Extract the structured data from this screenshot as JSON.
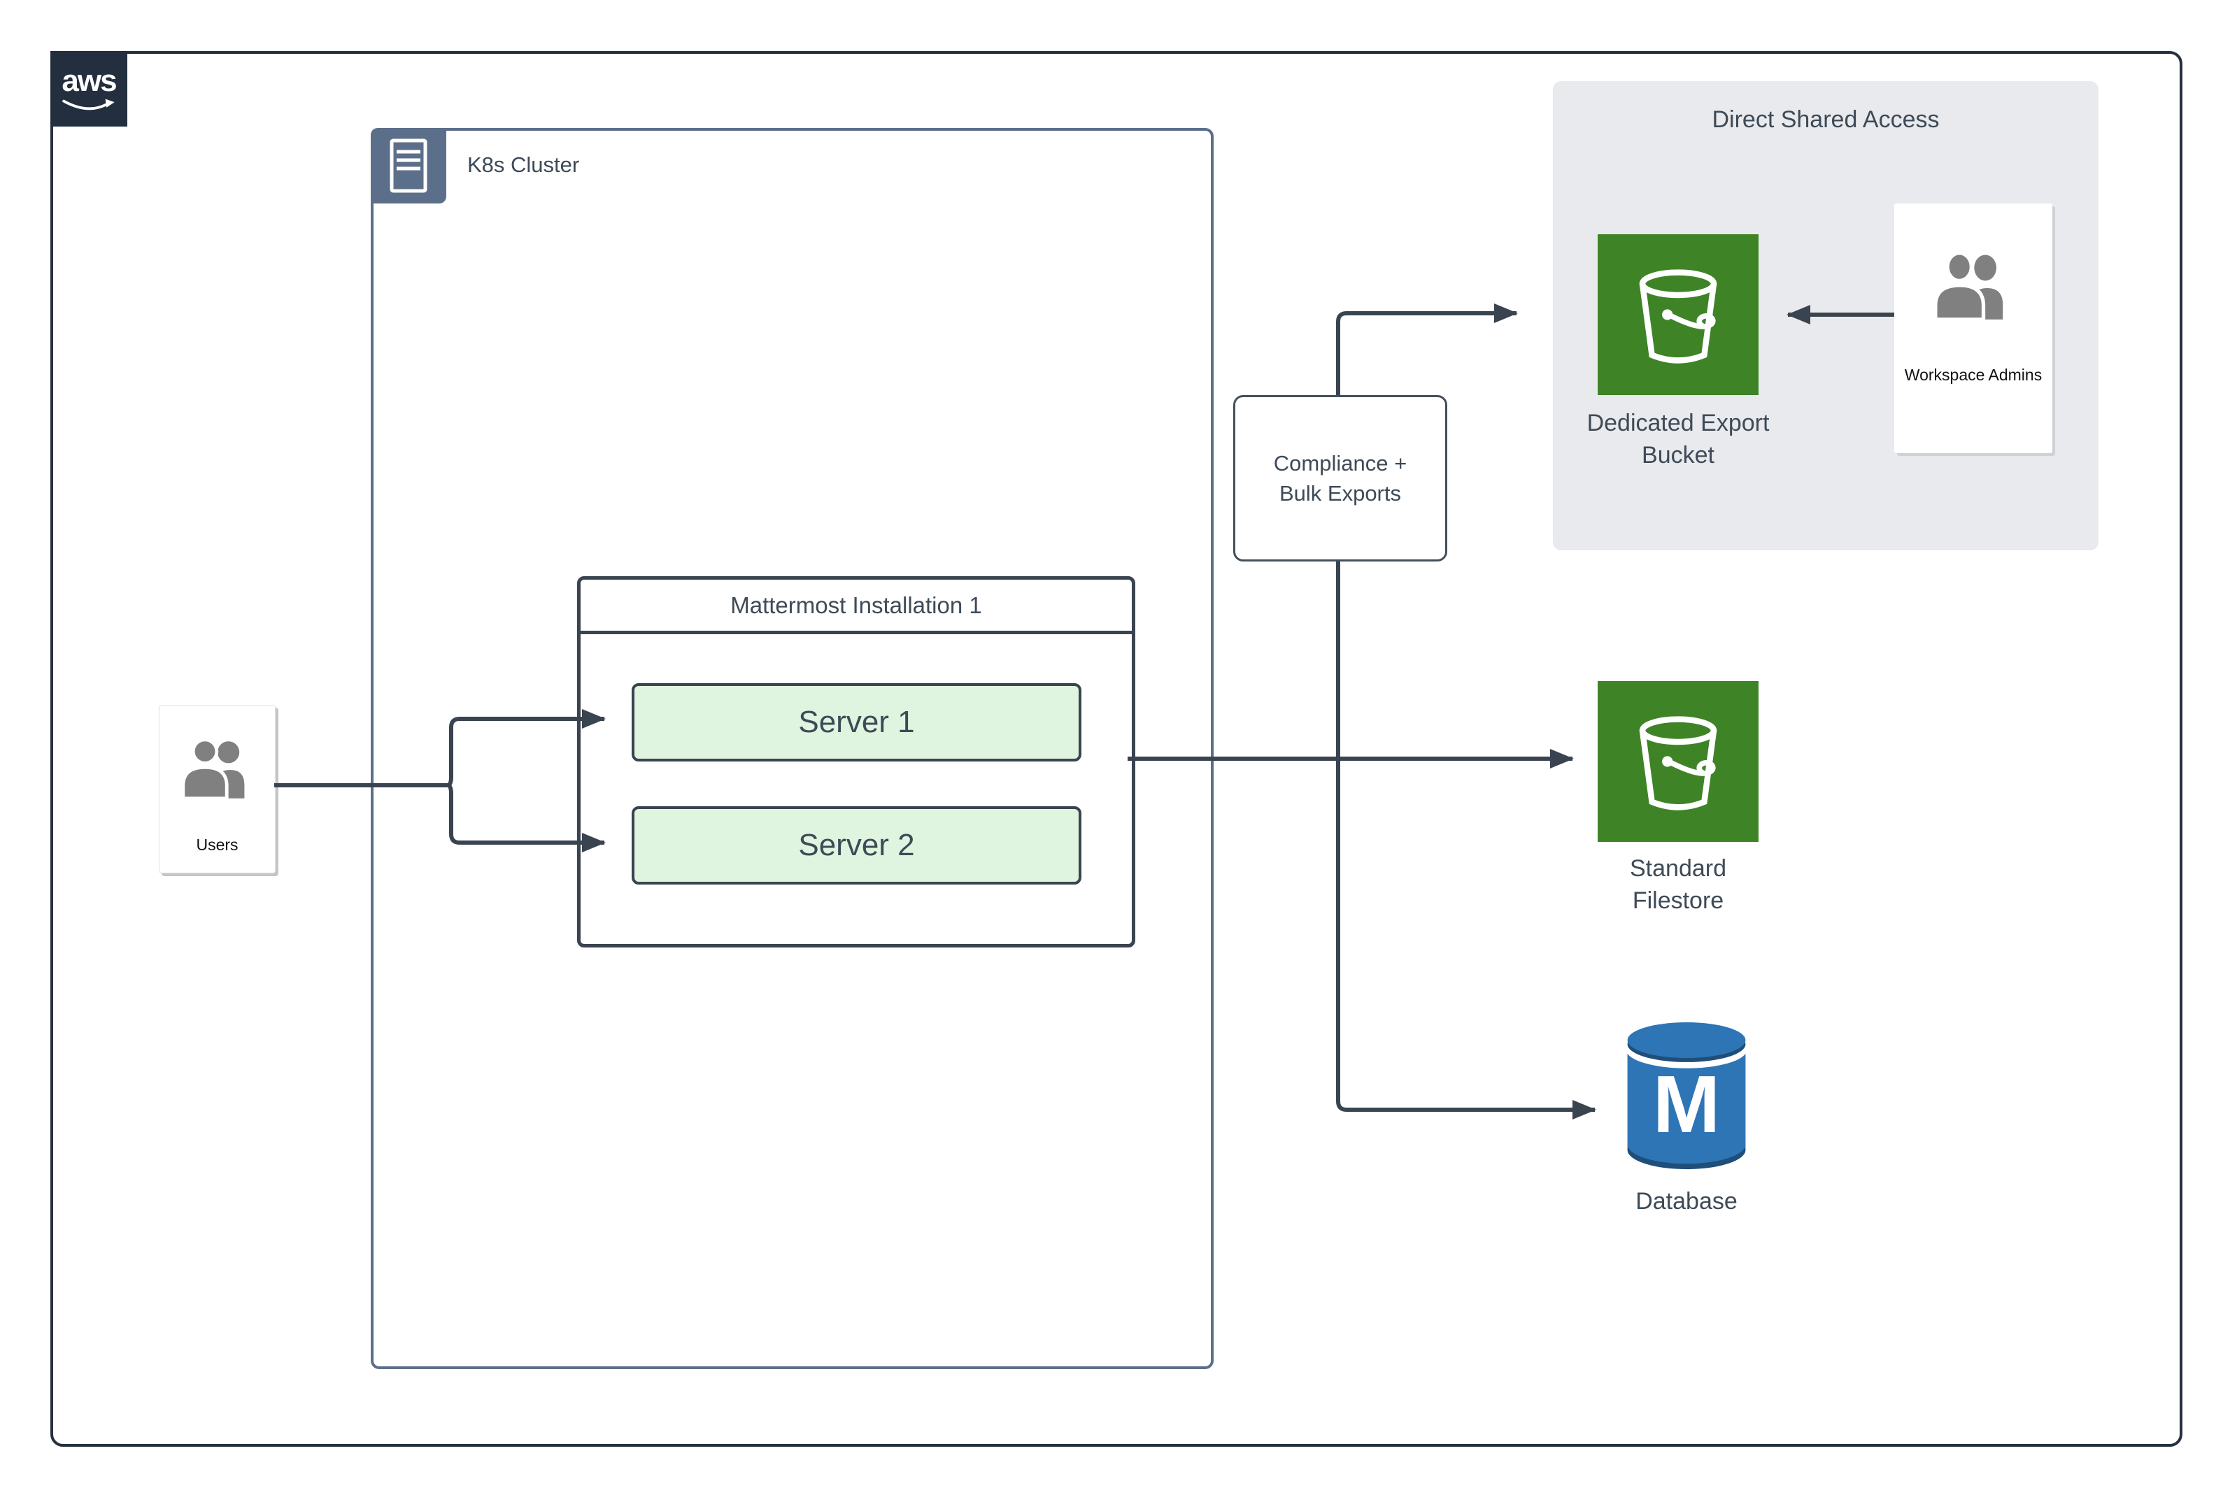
{
  "colors": {
    "ink": "#3a4450",
    "slate": "#5c6f8a",
    "aws-navy": "#232f3e",
    "green": "#3e8427",
    "mint": "#dff5df",
    "gray-bg": "#e9eaed",
    "db-blue": "#2e75b6",
    "db-navy": "#1f4e79",
    "label": "#3e4a57",
    "black-label": "#111111"
  },
  "aws": {
    "logo_text": "aws"
  },
  "k8s": {
    "label": "K8s Cluster"
  },
  "mattermost": {
    "title": "Mattermost Installation 1",
    "servers": [
      {
        "label": "Server 1"
      },
      {
        "label": "Server 2"
      }
    ]
  },
  "users": {
    "label": "Users"
  },
  "compliance": {
    "line1": "Compliance +",
    "line2": "Bulk Exports"
  },
  "shared_access": {
    "title": "Direct Shared Access",
    "bucket": {
      "line1": "Dedicated Export",
      "line2": "Bucket"
    },
    "admins": {
      "label": "Workspace Admins"
    }
  },
  "filestore": {
    "line1": "Standard",
    "line2": "Filestore"
  },
  "database": {
    "label": "Database",
    "letter": "M"
  }
}
